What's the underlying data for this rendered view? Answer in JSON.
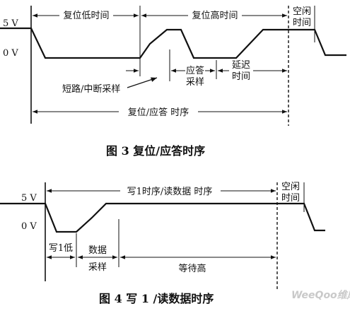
{
  "fig3": {
    "v5": "5 V",
    "v0": "0 V",
    "reset_low_time": "复位低时间",
    "reset_high_time": "复位高时间",
    "idle_l1": "空闲",
    "idle_l2": "时间",
    "short_break_sample": "短路/中断采样",
    "response_l1": "应答",
    "response_l2": "采样",
    "delay_l1": "延迟",
    "delay_l2": "时间",
    "reset_response_timing": "复位/应答  时序",
    "caption": "图 3   复位/应答时序"
  },
  "fig4": {
    "v5": "5 V",
    "v0": "0 V",
    "write1_read_timing": "写1时序/读数据 时序",
    "idle_l1": "空闲",
    "idle_l2": "时间",
    "write1_low": "写1低",
    "data_l1": "数据",
    "data_l2": "采样",
    "wait_high": "等待高",
    "caption": "图 4   写 1 /读数据时序"
  },
  "watermark": "WeeQoo维库"
}
